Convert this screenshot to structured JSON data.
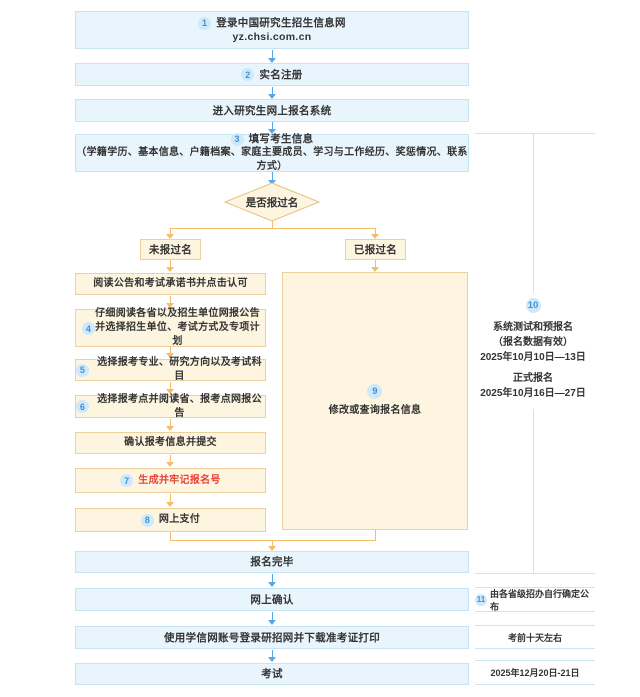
{
  "colors": {
    "blue_box_bg": "#e9f5fc",
    "blue_box_border": "#c7e4f4",
    "tan_box_bg": "#fdf5df",
    "tan_box_border": "#edd19c",
    "blue_arrow": "#57a7e4",
    "orange_arrow": "#f4bc68",
    "number_circle_bg": "#cfe8fa",
    "number_circle_text": "#3f92d6",
    "highlight_red": "#e8433a",
    "timeline_line": "#cde4f2",
    "text": "#333333"
  },
  "flow": {
    "top": [
      {
        "num": "1",
        "line1": "登录中国研究生招生信息网",
        "line2": "yz.chsi.com.cn"
      },
      {
        "num": "2",
        "label": "实名注册"
      },
      {
        "label": "进入研究生网上报名系统"
      },
      {
        "num": "3",
        "line1": "填写考生信息",
        "line2": "（学籍学历、基本信息、户籍档案、家庭主要成员、学习与工作经历、奖惩情况、联系方式）"
      }
    ],
    "decision": {
      "label": "是否报过名",
      "no_label": "未报过名",
      "yes_label": "已报过名"
    },
    "left_steps": [
      {
        "label": "阅读公告和考试承诺书并点击认可"
      },
      {
        "num": "4",
        "line1": "仔细阅读各省以及招生单位网报公告",
        "line2": "并选择招生单位、考试方式及专项计划"
      },
      {
        "num": "5",
        "label": "选择报考专业、研究方向以及考试科目"
      },
      {
        "num": "6",
        "label": "选择报考点并阅读省、报考点网报公告"
      },
      {
        "label": "确认报考信息并提交"
      },
      {
        "num": "7",
        "label": "生成并牢记报名号"
      },
      {
        "num": "8",
        "label": "网上支付"
      }
    ],
    "right_branch": {
      "num": "9",
      "label": "修改或查询报名信息"
    },
    "bottom": [
      {
        "label": "报名完毕"
      },
      {
        "label": "网上确认"
      },
      {
        "label": "使用学信网账号登录研招网并下载准考证打印"
      },
      {
        "label": "考试"
      }
    ]
  },
  "timeline": {
    "period": {
      "num": "10",
      "title1": "系统测试和预报名",
      "subtitle": "（报名数据有效）",
      "date1": "2025年10月10日—13日",
      "title2": "正式报名",
      "date2": "2025年10月16日—27日"
    },
    "notes": [
      {
        "num": "11",
        "text": "由各省级招办自行确定公布"
      },
      {
        "text": "考前十天左右"
      },
      {
        "text": "2025年12月20日-21日"
      }
    ]
  }
}
